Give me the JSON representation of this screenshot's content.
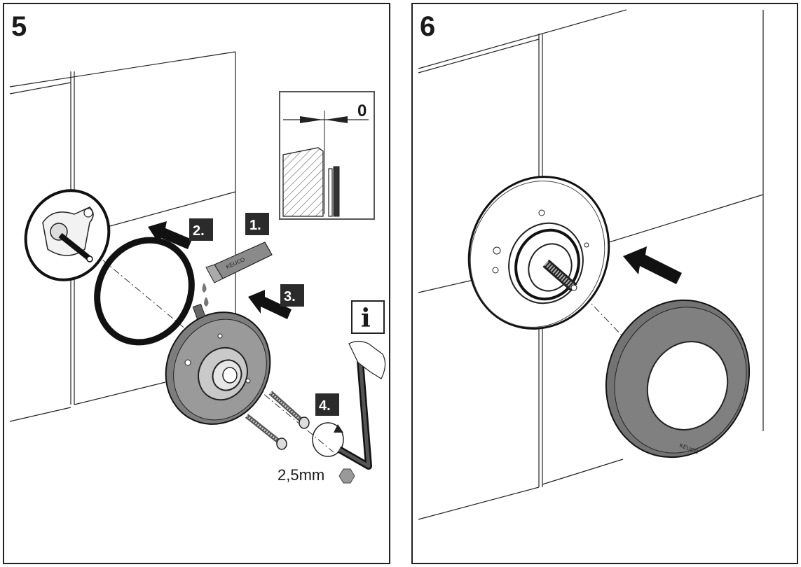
{
  "steps": [
    {
      "number": "5"
    },
    {
      "number": "6"
    }
  ],
  "substeps": [
    "1.",
    "2.",
    "3.",
    "4."
  ],
  "gap_dimension": "0",
  "info_symbol": "i",
  "hex_key_size": "2,5mm",
  "brand_label": "KEUCO",
  "colors": {
    "line": "#1a1a1a",
    "badge": "#2b2b2b",
    "metal": "#8c8c8c",
    "rosette": "#7a7a7a"
  }
}
